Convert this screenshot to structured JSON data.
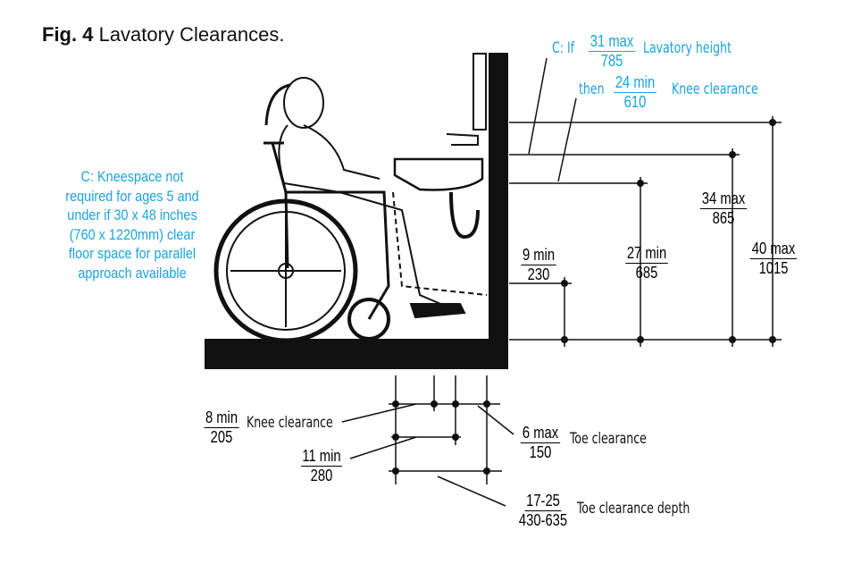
{
  "title": {
    "fig": "Fig. 4",
    "text": "Lavatory Clearances."
  },
  "note": "C: Kneespace not required for ages 5 and under if 30 x 48 inches (760 x 1220mm) clear floor space for parallel approach available",
  "child_lav": {
    "prefix": "C: If",
    "height_in": "31 max",
    "height_mm": "785",
    "height_label": "Lavatory height",
    "then": "then",
    "knee_in": "24 min",
    "knee_mm": "610",
    "knee_label": "Knee clearance"
  },
  "dims": {
    "d34": {
      "in": "34 max",
      "mm": "865"
    },
    "d40": {
      "in": "40 max",
      "mm": "1015"
    },
    "d27": {
      "in": "27 min",
      "mm": "685"
    },
    "d9": {
      "in": "9 min",
      "mm": "230"
    },
    "d8": {
      "in": "8 min",
      "mm": "205",
      "label": "Knee clearance"
    },
    "d11": {
      "in": "11 min",
      "mm": "280"
    },
    "d6": {
      "in": "6 max",
      "mm": "150",
      "label": "Toe clearance"
    },
    "d17": {
      "in": "17-25",
      "mm": "430-635",
      "label": "Toe clearance depth"
    }
  },
  "colors": {
    "accent": "#1aa3e0",
    "ink": "#111111"
  }
}
